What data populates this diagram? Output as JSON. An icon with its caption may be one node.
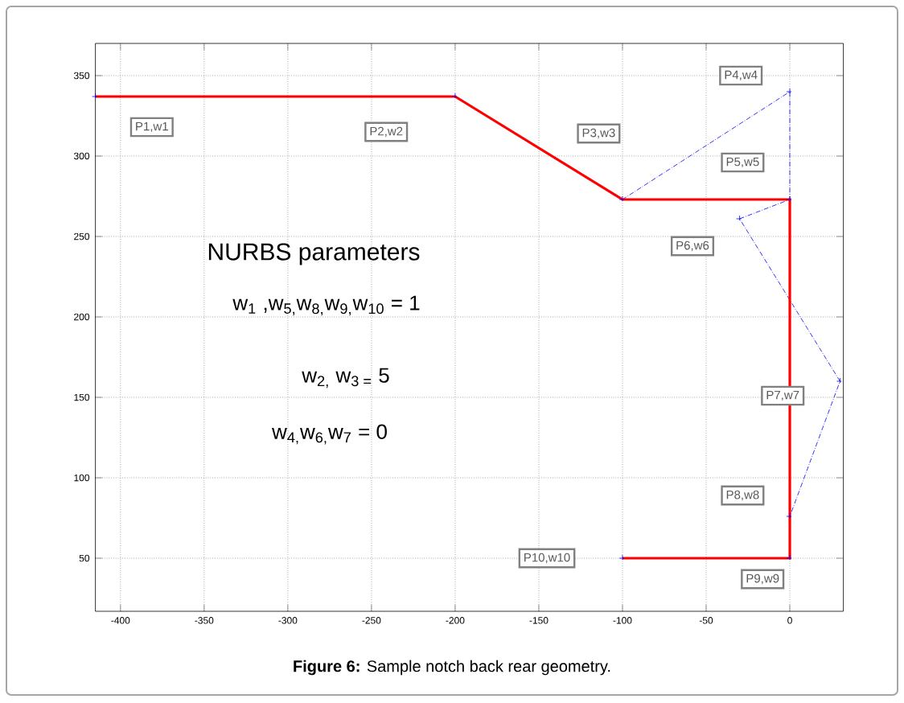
{
  "diagram": {
    "caption": "**Figure 6:** Sample notch back rear geometry.",
    "labels": [
      "NURBS parameters",
      "w$_{1}$ ,w$_{5,}$w$_{8,}$w$_{9,}$w$_{10}$ = 1",
      "w$_{2,}$ w$_{3 =}$ 5",
      "w$_{4,}$w$_{6,}$w$_{7}$ = 0"
    ],
    "chart_data": {
      "type": "line",
      "grid": true,
      "xlim": [
        -415,
        32
      ],
      "ylim": [
        17,
        370
      ],
      "xticks": [
        {
          "value": -400,
          "label": "-400"
        },
        {
          "value": -350,
          "label": "-350"
        },
        {
          "value": -300,
          "label": "-300"
        },
        {
          "value": -250,
          "label": "-250"
        },
        {
          "value": -200,
          "label": "-200"
        },
        {
          "value": -150,
          "label": "-150"
        },
        {
          "value": -100,
          "label": "-100"
        },
        {
          "value": -50,
          "label": "-50"
        },
        {
          "value": 0,
          "label": "0"
        }
      ],
      "yticks": [
        {
          "value": 50,
          "label": "50"
        },
        {
          "value": 100,
          "label": "100"
        },
        {
          "value": 150,
          "label": "150"
        },
        {
          "value": 200,
          "label": "200"
        },
        {
          "value": 250,
          "label": "250"
        },
        {
          "value": 300,
          "label": "300"
        },
        {
          "value": 350,
          "label": "350"
        }
      ],
      "series": [
        {
          "color": "#0000ff",
          "line_style": "dashdot",
          "marker": "+",
          "x": [
            -415,
            -200,
            -100,
            0,
            0,
            -30,
            30,
            0,
            0,
            -100
          ],
          "values": [
            337,
            337,
            273,
            340,
            273,
            261,
            160,
            76,
            50,
            50
          ]
        },
        {
          "color": "#ff0000",
          "line_style": "solid",
          "x": [
            -415,
            -200,
            -100,
            0,
            0,
            -100
          ],
          "values": [
            337,
            337,
            273,
            273,
            50,
            50
          ]
        }
      ],
      "annotations": [
        "P1,w1",
        "P2,w2",
        "P3,w3",
        "P4,w4",
        "P5,w5",
        "P6,w6",
        "P7,w7",
        "P8,w8",
        "P9,w9",
        "P10,w10"
      ]
    }
  }
}
